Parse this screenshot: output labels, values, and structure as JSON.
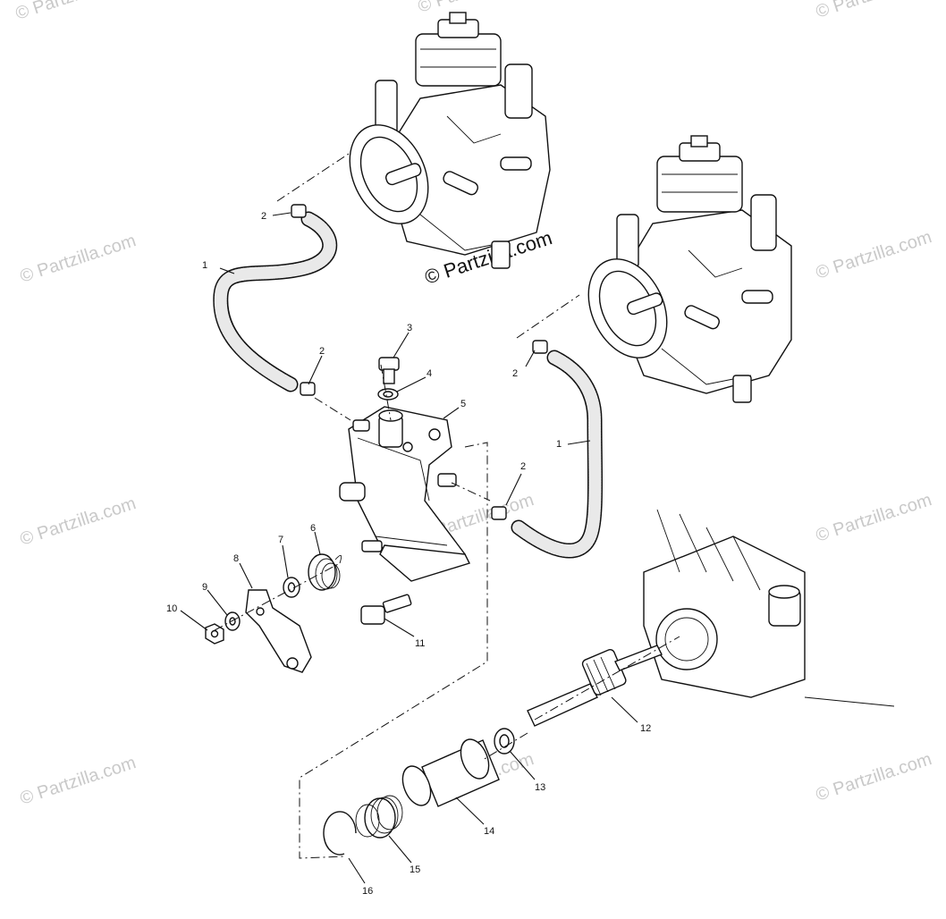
{
  "watermark": {
    "text": "© Partzilla.com",
    "center_text": "© Partzilla.com"
  },
  "callouts": {
    "c1a": "1",
    "c1b": "1",
    "c2a": "2",
    "c2b": "2",
    "c2c": "2",
    "c2d": "2",
    "c3": "3",
    "c4": "4",
    "c5": "5",
    "c6": "6",
    "c7": "7",
    "c8": "8",
    "c9": "9",
    "c10": "10",
    "c11": "11",
    "c12": "12",
    "c13": "13",
    "c14": "14",
    "c15": "15",
    "c16": "16"
  }
}
